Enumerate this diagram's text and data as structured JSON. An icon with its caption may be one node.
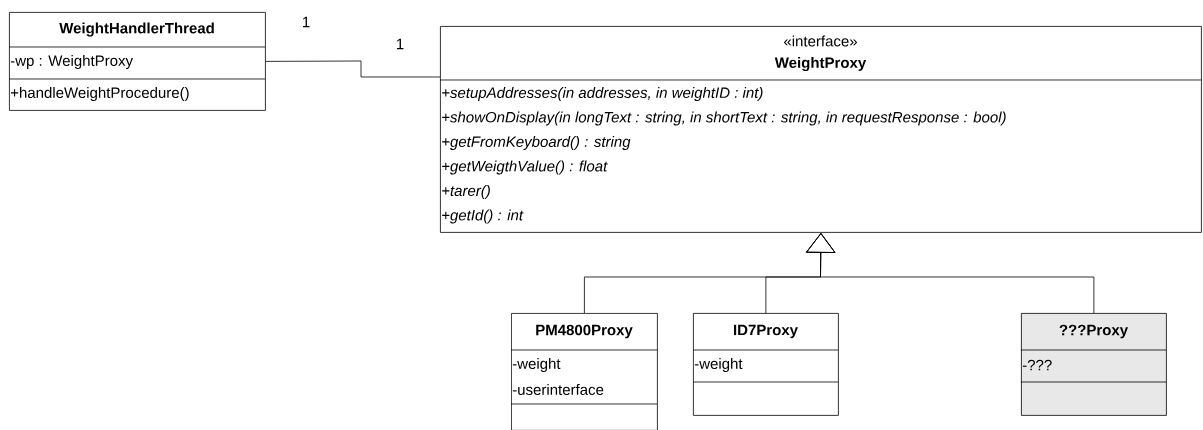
{
  "diagram": {
    "nodes": [
      {
        "text": [
          "WeightHandlerThread",
          "-wp : WeightProxy",
          "+handleWeightProcedure()"
        ]
      },
      {
        "text": [
          "«interface»",
          "WeightProxy",
          "+setupAddresses(in addresses, in weightID : int)",
          "+showOnDisplay(in longText : string, in shortText : string, in requestResponse : bool)",
          "+getFromKeyboard() : string",
          "+getWeigthValue() : float",
          "+tarer()",
          "+getId() : int"
        ]
      },
      {
        "text": [
          "PM4800Proxy",
          "-weight",
          "-userinterface"
        ]
      },
      {
        "text": [
          "ID7Proxy",
          "-weight"
        ]
      },
      {
        "text": [
          "???Proxy",
          "-???"
        ]
      }
    ],
    "edges": [
      {
        "from": 0,
        "to": 1,
        "arrow": "none"
      },
      {
        "from": 2,
        "to": 1,
        "arrow": "to"
      },
      {
        "from": 3,
        "to": 1,
        "arrow": "to"
      },
      {
        "from": 4,
        "to": 1,
        "arrow": "to"
      }
    ],
    "labels": [
      "1",
      "1"
    ]
  }
}
